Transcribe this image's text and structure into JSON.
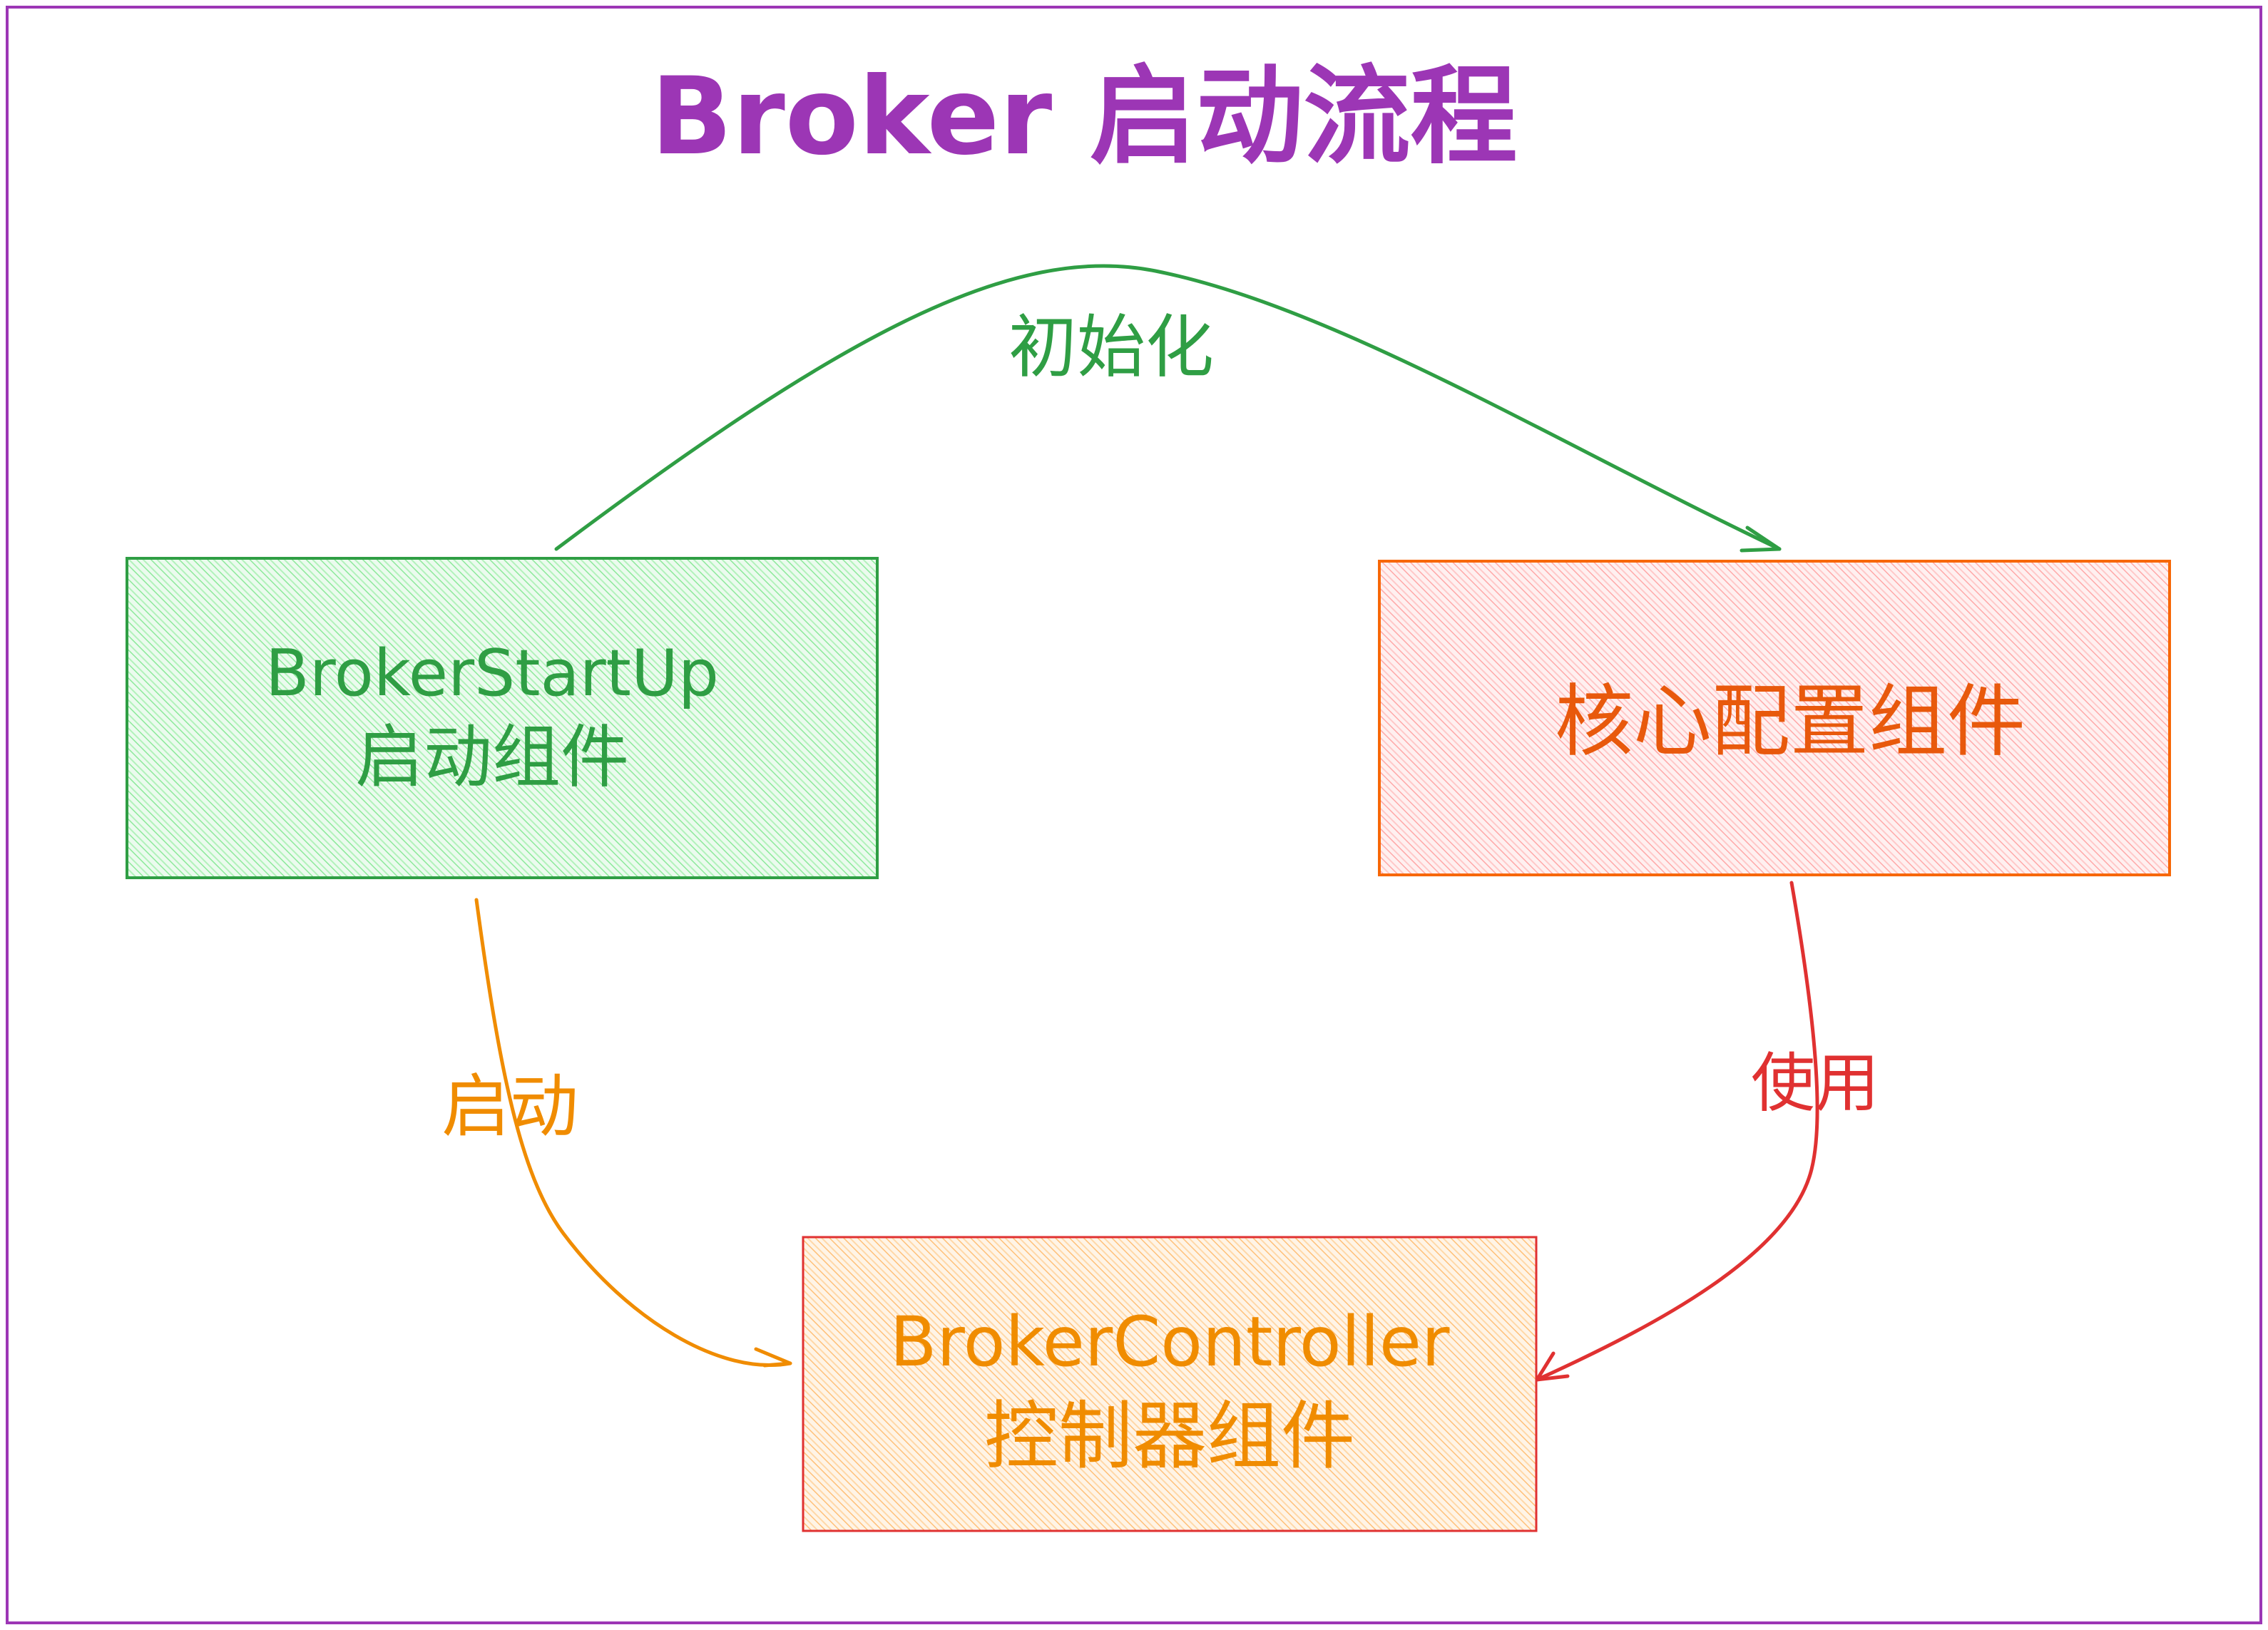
{
  "title": "Broker 启动流程",
  "nodes": {
    "startup": {
      "line1": "BrokerStartUp",
      "line2": "启动组件"
    },
    "config": {
      "line1": "核心配置组件"
    },
    "controller": {
      "line1": "BrokerController",
      "line2": "控制器组件"
    }
  },
  "edges": {
    "init": "初始化",
    "start": "启动",
    "use": "使用"
  },
  "colors": {
    "frame": "#9c36b5",
    "title": "#9c36b5",
    "green_stroke": "#2f9e44",
    "green_fill": "#b2f2bb",
    "red_stroke": "#e03131",
    "red_fill": "#ffc9c9",
    "red_text": "#e8590c",
    "orange_stroke": "#f08c00",
    "orange_fill": "#ffd8a8"
  }
}
